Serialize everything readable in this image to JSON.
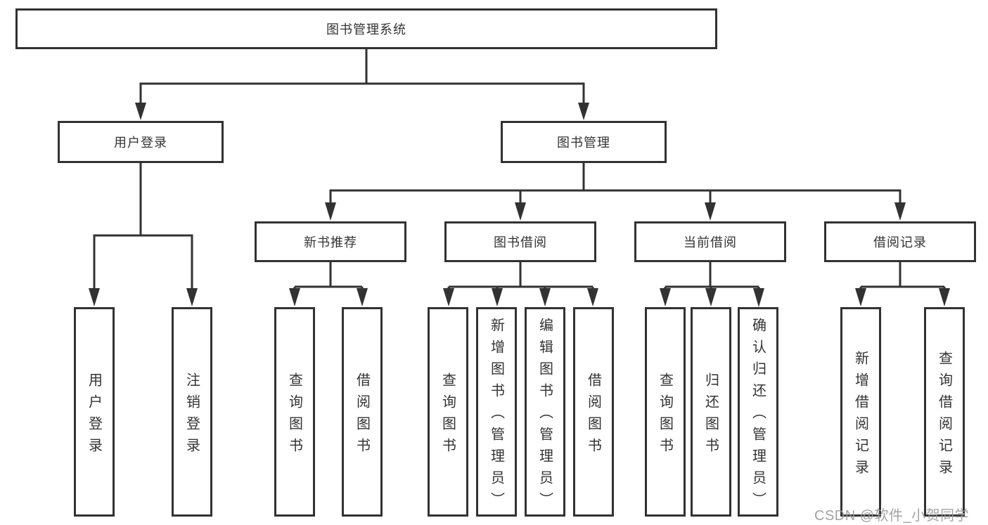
{
  "page": {
    "background": "#ffffff",
    "line_color": "#323232",
    "box_border_color": "#323232",
    "text_color": "#333333"
  },
  "diagram": {
    "type": "hierarchy-tree",
    "root": {
      "label": "图书管理系统",
      "children": [
        {
          "label": "用户登录",
          "children": [
            {
              "label": "用户登录"
            },
            {
              "label": "注销登录"
            }
          ]
        },
        {
          "label": "图书管理",
          "children": [
            {
              "label": "新书推荐",
              "children": [
                {
                  "label": "查询图书"
                },
                {
                  "label": "借阅图书"
                }
              ]
            },
            {
              "label": "图书借阅",
              "children": [
                {
                  "label": "查询图书"
                },
                {
                  "label": "新增图书（管理员）"
                },
                {
                  "label": "编辑图书（管理员）"
                },
                {
                  "label": "借阅图书"
                }
              ]
            },
            {
              "label": "当前借阅",
              "children": [
                {
                  "label": "查询图书"
                },
                {
                  "label": "归还图书"
                },
                {
                  "label": "确认归还（管理员）"
                }
              ]
            },
            {
              "label": "借阅记录",
              "children": [
                {
                  "label": "新增借阅记录"
                },
                {
                  "label": "查询借阅记录"
                }
              ]
            }
          ]
        }
      ]
    }
  },
  "watermark": {
    "text": "CSDN @软件_小贺同学",
    "color": "#9b9b9b"
  }
}
